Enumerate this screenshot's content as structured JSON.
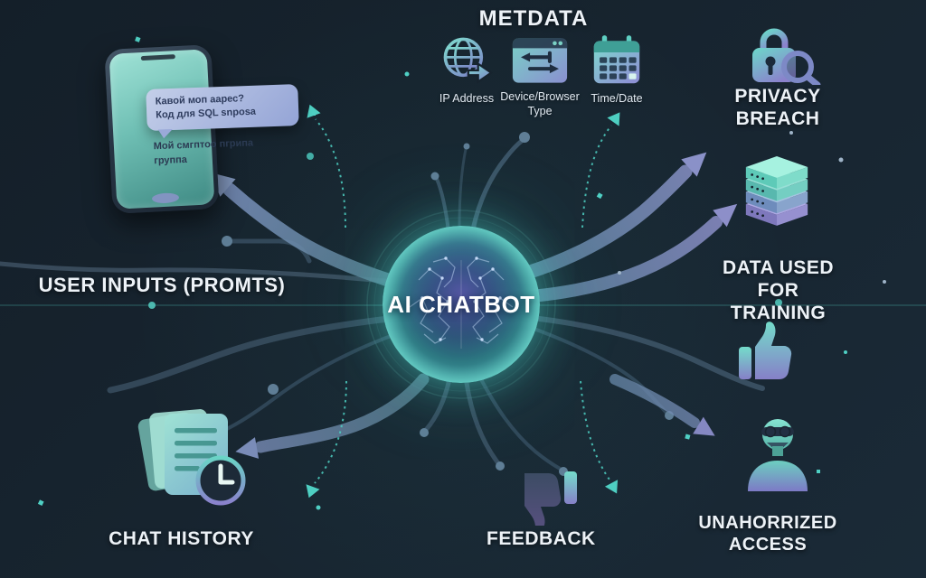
{
  "diagram": {
    "center": {
      "label": "AI CHATBOT",
      "icon": "brain-network-icon"
    },
    "left": {
      "user_inputs_label": "USER INPUTS (PROMTS)",
      "phone": {
        "icon": "smartphone-icon",
        "bubble_line1": "Кавой моп аарес?",
        "bubble_line2": "Код для SQL snposa",
        "screen_line1": "Мой смгптоо пгрипа",
        "screen_line2": "группа"
      },
      "chat_history": {
        "label": "CHAT HISTORY",
        "icon": "documents-clock-icon"
      }
    },
    "top": {
      "metadata_title": "METDATA",
      "items": [
        {
          "icon": "globe-arrow-icon",
          "label": "IP Address"
        },
        {
          "icon": "browser-window-icon",
          "label": "Device/Browser Type"
        },
        {
          "icon": "calendar-icon",
          "label": "Time/Date"
        }
      ]
    },
    "right": {
      "privacy_breach": {
        "label": "PRIVACY BREACH",
        "icon": "padlock-magnifier-icon"
      },
      "data_training": {
        "line1": "DATA USED",
        "line2": "FOR TRAINING",
        "icon": "server-stack-icon"
      },
      "positive_feedback": {
        "icon": "thumbs-up-icon"
      },
      "unauthorized": {
        "line1": "UNAHORRIZED",
        "line2": "ACCESS",
        "icon": "masked-person-icon"
      }
    },
    "bottom": {
      "feedback": {
        "label": "FEEDBACK",
        "icon": "thumbs-down-icon"
      }
    },
    "colors": {
      "background": "#18242f",
      "teal_accent": "#4fd0c4",
      "purple_accent": "#8a82cc",
      "arrow_slate": "#64829c",
      "text": "#edf2f7"
    }
  }
}
